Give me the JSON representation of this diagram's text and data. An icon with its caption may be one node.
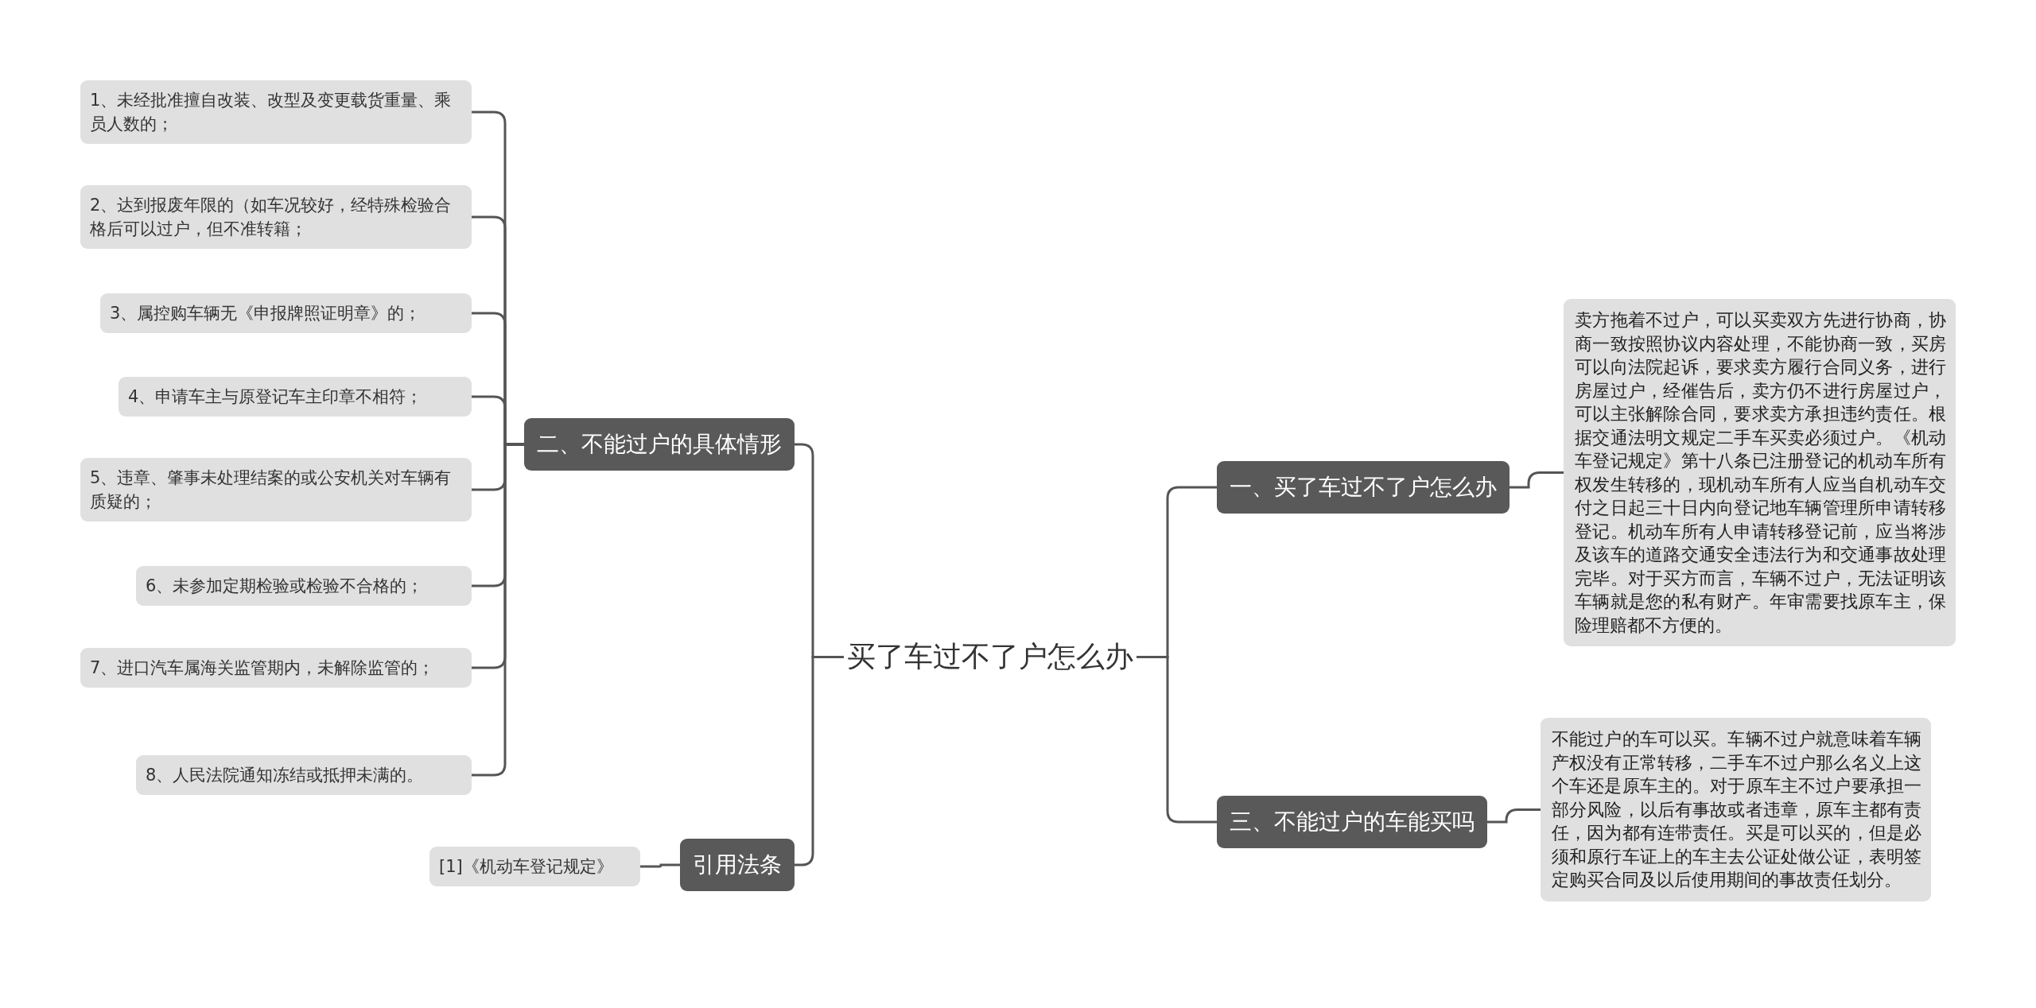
{
  "diagram": {
    "nodes": [
      {
        "text": [
          "买了车过不了户怎么办"
        ]
      },
      {
        "text": [
          "二、不能过户的具体情形"
        ]
      },
      {
        "text": [
          "1、未经批准擅自改装、改型及变更载货重量、乘员人数的；"
        ]
      },
      {
        "text": [
          "2、达到报废年限的（如车况较好，经特殊检验合格后可以过户，但不准转籍；"
        ]
      },
      {
        "text": [
          "3、属控购车辆无《申报牌照证明章》的；"
        ]
      },
      {
        "text": [
          "4、申请车主与原登记车主印章不相符；"
        ]
      },
      {
        "text": [
          "5、违章、肇事未处理结案的或公安机关对车辆有质疑的；"
        ]
      },
      {
        "text": [
          "6、未参加定期检验或检验不合格的；"
        ]
      },
      {
        "text": [
          "7、进口汽车属海关监管期内，未解除监管的；"
        ]
      },
      {
        "text": [
          "8、人民法院通知冻结或抵押未满的。"
        ]
      },
      {
        "text": [
          "引用法条"
        ]
      },
      {
        "text": [
          "[1]《机动车登记规定》"
        ]
      },
      {
        "text": [
          "一、买了车过不了户怎么办"
        ]
      },
      {
        "text": [
          "卖方拖着不过户，可以买卖双方先进行协商，协商一致按照协议内容处理，不能协商一致，买房可以向法院起诉，要求卖方履行合同义务，进行房屋过户，经催告后，卖方仍不进行房屋过户，可以主张解除合同，要求卖方承担违约责任。根据交通法明文规定二手车买卖必须过户。《机动车登记规定》第十八条已注册登记的机动车所有权发生转移的，现机动车所有人应当自机动车交付之日起三十日内向登记地车辆管理所申请转移登记。机动车所有人申请转移登记前，应当将涉及该车的道路交通安全违法行为和交通事故处理完毕。对于买方而言，车辆不过户，无法证明该车辆就是您的私有财产。年审需要找原车主，保险理赔都不方便的。"
        ]
      },
      {
        "text": [
          "三、不能过户的车能买吗"
        ]
      },
      {
        "text": [
          "不能过户的车可以买。车辆不过户就意味着车辆产权没有正常转移，二手车不过户那么名义上这个车还是原车主的。对于原车主不过户要承担一部分风险，以后有事故或者违章，原车主都有责任，因为都有连带责任。买是可以买的，但是必须和原行车证上的车主去公证处做公证，表明签定购买合同及以后使用期间的事故责任划分。"
        ]
      }
    ],
    "edges": [
      {
        "from": 0,
        "to": 1,
        "arrow": "none"
      },
      {
        "from": 1,
        "to": 2,
        "arrow": "none"
      },
      {
        "from": 1,
        "to": 3,
        "arrow": "none"
      },
      {
        "from": 1,
        "to": 4,
        "arrow": "none"
      },
      {
        "from": 1,
        "to": 5,
        "arrow": "none"
      },
      {
        "from": 1,
        "to": 6,
        "arrow": "none"
      },
      {
        "from": 1,
        "to": 7,
        "arrow": "none"
      },
      {
        "from": 1,
        "to": 8,
        "arrow": "none"
      },
      {
        "from": 1,
        "to": 9,
        "arrow": "none"
      },
      {
        "from": 0,
        "to": 10,
        "arrow": "none"
      },
      {
        "from": 10,
        "to": 11,
        "arrow": "none"
      },
      {
        "from": 0,
        "to": 12,
        "arrow": "none"
      },
      {
        "from": 12,
        "to": 13,
        "arrow": "none"
      },
      {
        "from": 0,
        "to": 14,
        "arrow": "none"
      },
      {
        "from": 14,
        "to": 15,
        "arrow": "none"
      }
    ]
  }
}
